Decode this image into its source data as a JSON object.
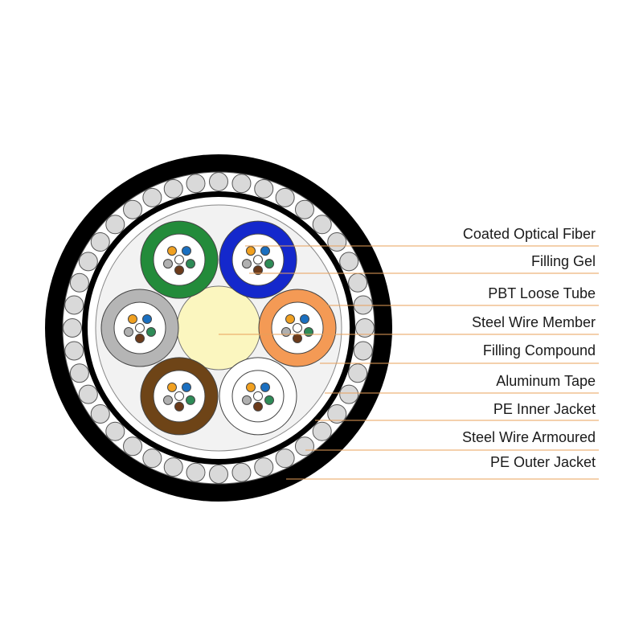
{
  "colors": {
    "leader_line": "#e8a05a",
    "outer_jacket": "#000000",
    "armour_wire": "#d9d9d9",
    "inner_jacket": "#ffffff",
    "aluminum_tape": "#000000",
    "filling_compound": "#f2f2f2",
    "steel_member": "#fbf6bf",
    "fiber_colors": [
      "#f0a020",
      "#1a6fc0",
      "#2e8b57",
      "#6b3a1a",
      "#b0b0b0",
      "#ffffff"
    ]
  },
  "tubes": [
    {
      "name": "green",
      "color": "#238b3a"
    },
    {
      "name": "blue",
      "color": "#1428cc"
    },
    {
      "name": "orange",
      "color": "#f49a55"
    },
    {
      "name": "white",
      "color": "#ffffff"
    },
    {
      "name": "brown",
      "color": "#6e4417"
    },
    {
      "name": "gray",
      "color": "#b5b5b5"
    }
  ],
  "labels": [
    {
      "key": "coated-optical-fiber",
      "text": "Coated Optical Fiber"
    },
    {
      "key": "filling-gel",
      "text": "Filling Gel"
    },
    {
      "key": "pbt-loose-tube",
      "text": "PBT Loose Tube"
    },
    {
      "key": "steel-wire-member",
      "text": "Steel Wire Member"
    },
    {
      "key": "filling-compound",
      "text": "Filling Compound"
    },
    {
      "key": "aluminum-tape",
      "text": "Aluminum Tape"
    },
    {
      "key": "pe-inner-jacket",
      "text": "PE Inner Jacket"
    },
    {
      "key": "steel-wire-armoured",
      "text": "Steel Wire Armoured"
    },
    {
      "key": "pe-outer-jacket",
      "text": "PE Outer Jacket"
    }
  ]
}
